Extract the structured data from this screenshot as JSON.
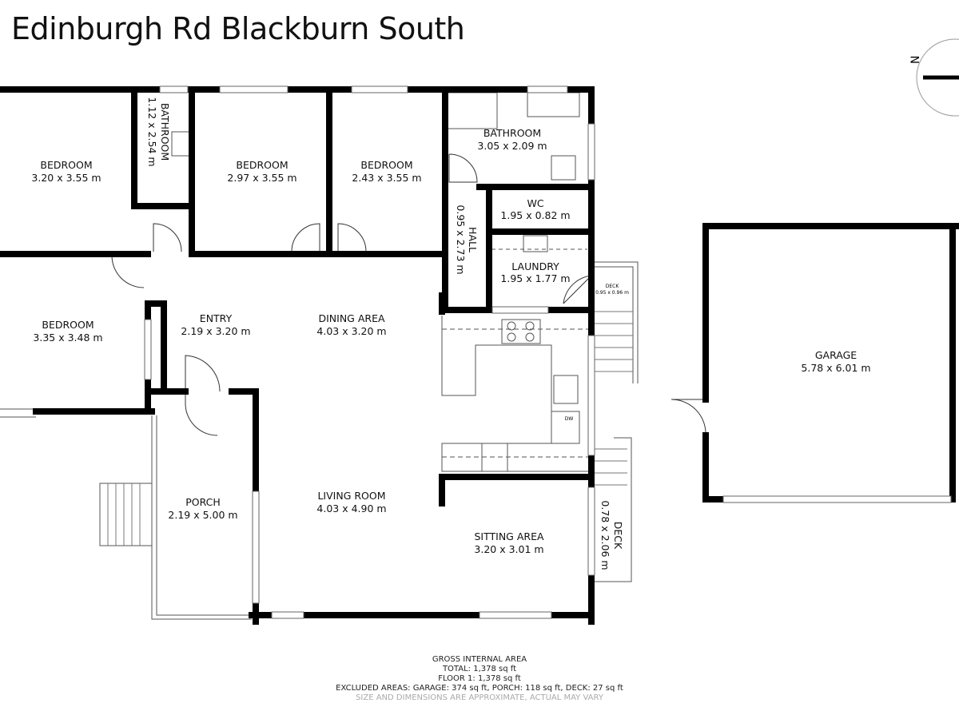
{
  "title": "Edinburgh Rd Blackburn South",
  "compass": "N",
  "rooms": {
    "bedroom1": {
      "name": "BEDROOM",
      "dims": "3.20 x 3.55 m"
    },
    "bathroom1": {
      "name": "BATHROOM",
      "dims": "1.12 x 2.54 m"
    },
    "bedroom2": {
      "name": "BEDROOM",
      "dims": "2.97 x 3.55 m"
    },
    "bedroom3": {
      "name": "BEDROOM",
      "dims": "2.43 x 3.55 m"
    },
    "bathroom2": {
      "name": "BATHROOM",
      "dims": "3.05 x 2.09 m"
    },
    "wc": {
      "name": "WC",
      "dims": "1.95 x 0.82 m"
    },
    "hall": {
      "name": "HALL",
      "dims": "0.95 x 2.73 m"
    },
    "laundry": {
      "name": "LAUNDRY",
      "dims": "1.95 x 1.77 m"
    },
    "deck1": {
      "name": "DECK",
      "dims": "0.95 x 0.96 m"
    },
    "bedroom4": {
      "name": "BEDROOM",
      "dims": "3.35 x 3.48 m"
    },
    "entry": {
      "name": "ENTRY",
      "dims": "2.19 x 3.20 m"
    },
    "dining": {
      "name": "DINING AREA",
      "dims": "4.03 x 3.20 m"
    },
    "garage": {
      "name": "GARAGE",
      "dims": "5.78 x 6.01 m"
    },
    "porch": {
      "name": "PORCH",
      "dims": "2.19 x 5.00 m"
    },
    "living": {
      "name": "LIVING ROOM",
      "dims": "4.03 x 4.90 m"
    },
    "sitting": {
      "name": "SITTING AREA",
      "dims": "3.20 x 3.01 m"
    },
    "deck2": {
      "name": "DECK",
      "dims": "0.78 x 2.06 m"
    }
  },
  "fixtures": {
    "dishwasher": "DW"
  },
  "area": {
    "heading": "GROSS INTERNAL AREA",
    "total": "TOTAL: 1,378 sq ft",
    "floor1": "FLOOR 1: 1,378 sq ft",
    "excluded": "EXCLUDED AREAS: GARAGE: 374 sq ft, PORCH: 118 sq ft, DECK: 27 sq ft",
    "disclaimer": "SIZE AND DIMENSIONS ARE APPROXIMATE, ACTUAL MAY VARY"
  }
}
